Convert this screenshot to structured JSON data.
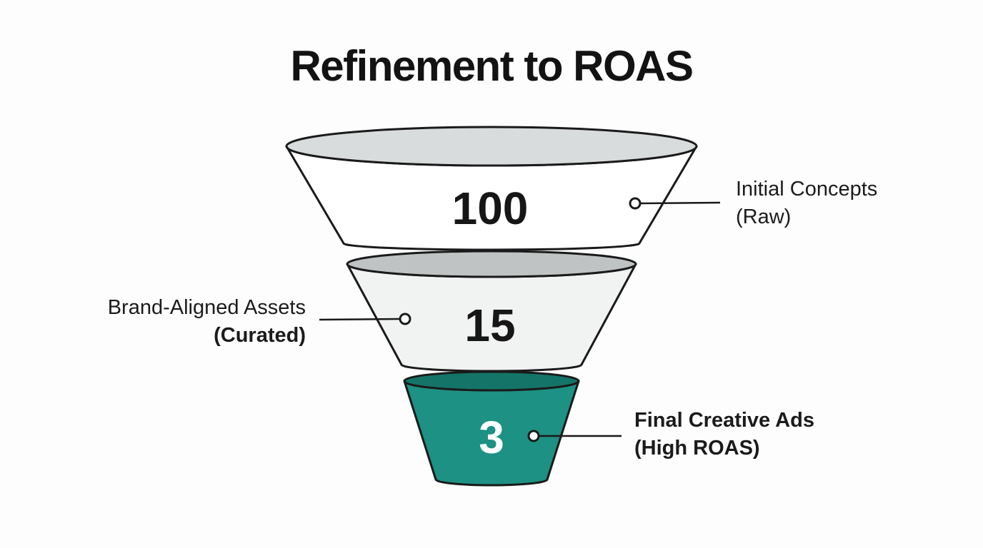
{
  "page": {
    "background": "#fdfdfd",
    "outline_color": "#1a1a1a"
  },
  "chart_data": {
    "type": "funnel",
    "title": "Refinement to ROAS",
    "orientation": "vertical-top-down",
    "legend": "none",
    "stages": [
      {
        "value": "100",
        "label": "Initial Concepts",
        "sublabel": "(Raw)",
        "label_side": "right",
        "body_color": "#ffffff",
        "top_color": "#d9dcdd",
        "value_color": "#161616"
      },
      {
        "value": "15",
        "label": "Brand-Aligned Assets",
        "sublabel": "(Curated)",
        "label_side": "left",
        "body_color": "#f1f2f2",
        "top_color": "#bfc3c4",
        "value_color": "#161616"
      },
      {
        "value": "3",
        "label": "Final Creative Ads",
        "sublabel": "(High ROAS)",
        "label_side": "right",
        "body_color": "#1d9183",
        "top_color": "#147468",
        "value_color": "#ffffff"
      }
    ]
  }
}
